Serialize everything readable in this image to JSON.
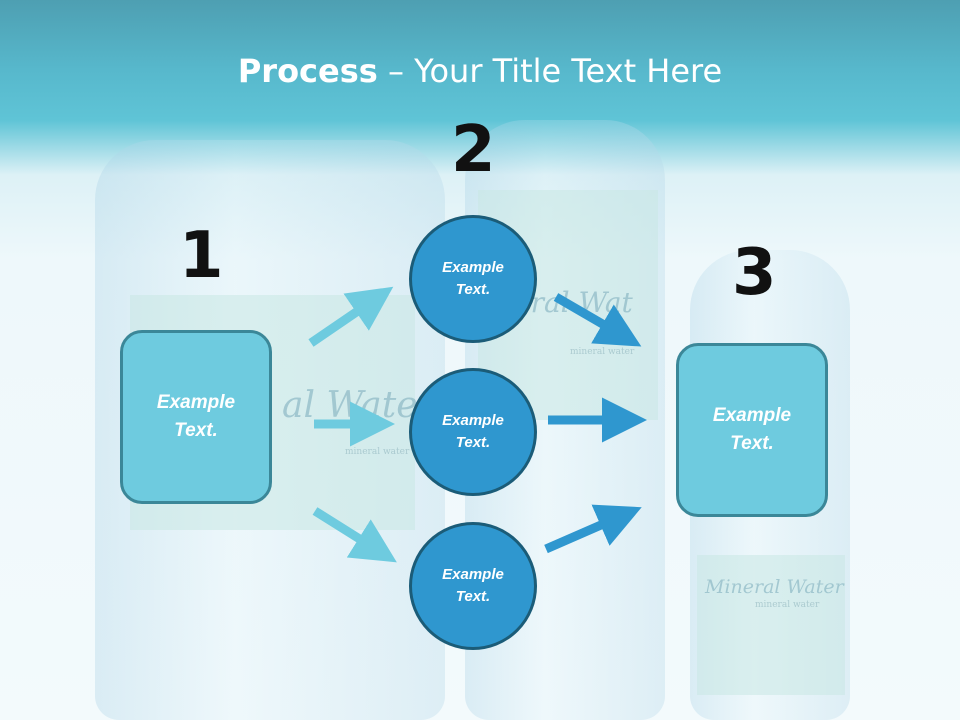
{
  "title": {
    "bold": "Process",
    "rest": " – Your Title Text Here"
  },
  "steps": [
    {
      "number": "1",
      "text": "Example Text."
    },
    {
      "number": "2",
      "items": [
        "Example Text.",
        "Example Text.",
        "Example Text."
      ]
    },
    {
      "number": "3",
      "text": "Example Text."
    }
  ],
  "background": {
    "brand": "Mineral Water",
    "brand_partial_1": "al Water",
    "brand_partial_2": "eral Wat",
    "subtext": "mineral water"
  },
  "colors": {
    "header": "#57b8cc",
    "box_fill": "#6ecbdf",
    "circle_fill": "#2f97cf",
    "arrow_light": "#6ecbdf",
    "arrow_dark": "#2f97cf"
  }
}
